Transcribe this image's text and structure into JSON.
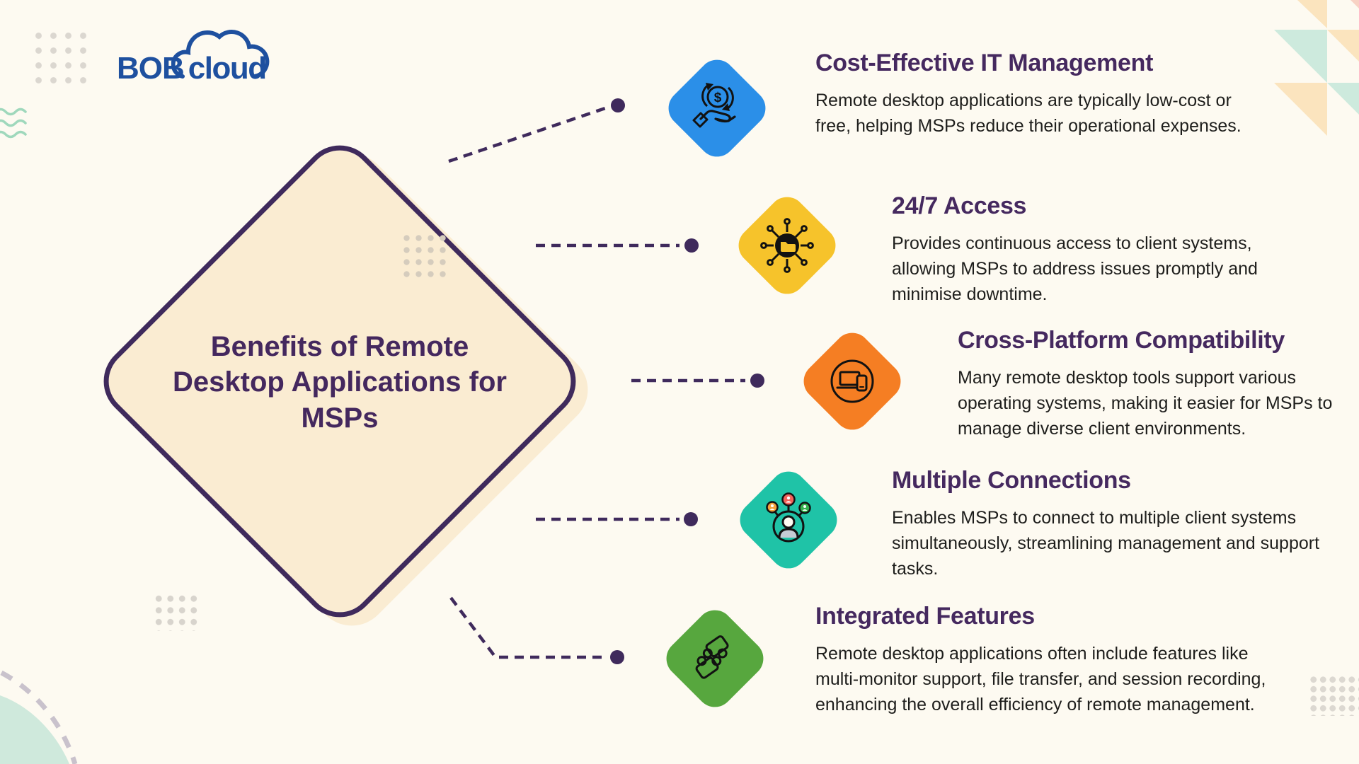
{
  "background": "#FDFAF1",
  "logo": {
    "bold": "BOB",
    "light": "cloud",
    "color": "#1E509F",
    "cloud_icon": "cloud-outline-icon"
  },
  "diamond": {
    "title": "Benefits of Remote Desktop Applications for MSPs",
    "fill": "#FAECD2",
    "border_color": "#3F2A5C",
    "title_color": "#44285E"
  },
  "connector_color": "#3F2A5C",
  "items": [
    {
      "title": "Cost-Effective IT Management",
      "description": "Remote desktop applications are typically low-cost or free, helping MSPs reduce their operational expenses.",
      "color": "#2B8FE8",
      "icon": "hand-dollar-icon"
    },
    {
      "title": "24/7 Access",
      "description": "Provides continuous access to client systems, allowing MSPs to address issues promptly and minimise downtime.",
      "color": "#F6C32B",
      "icon": "circuit-chip-icon"
    },
    {
      "title": "Cross-Platform Compatibility",
      "description": "Many remote desktop tools support various operating systems, making it easier for MSPs to manage diverse client environments.",
      "color": "#F57E23",
      "icon": "devices-icon"
    },
    {
      "title": "Multiple Connections",
      "description": "Enables MSPs to connect to multiple client systems simultaneously, streamlining management and support tasks.",
      "color": "#1FC3A7",
      "icon": "network-users-icon"
    },
    {
      "title": "Integrated Features",
      "description": "Remote desktop applications often include features like multi-monitor support, file transfer, and session recording, enhancing the overall efficiency of remote management.",
      "color": "#57A73E",
      "icon": "puzzle-icon"
    }
  ],
  "decor": {
    "triangle_peach": "#FBE4BE",
    "triangle_mint": "#CDEADD",
    "triangle_salmon": "#F8D2C4",
    "dots_gray": "#DBD7D0",
    "corner_mint": "#CFE9DC",
    "dash_gray": "#C9C2CC",
    "wave_mint": "#9FD8BC"
  }
}
